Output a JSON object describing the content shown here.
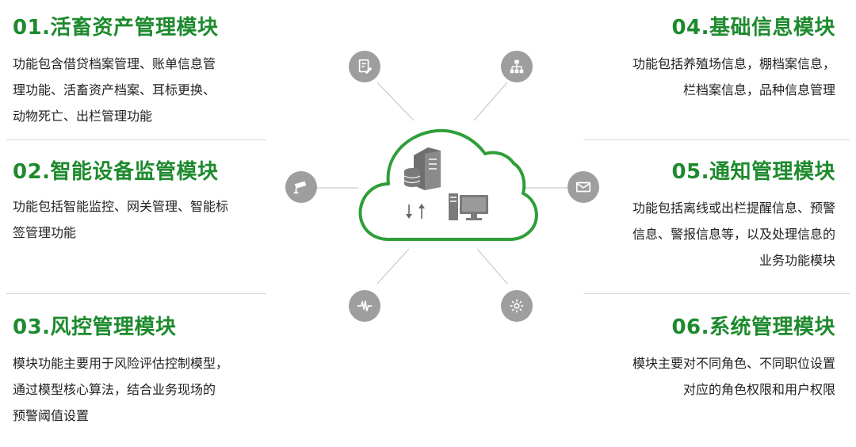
{
  "modules": {
    "m1": {
      "title": "01.活畜资产管理模块",
      "lines": [
        "功能包含借贷档案管理、账单信息管",
        "理功能、活畜资产档案、耳标更换、",
        "动物死亡、出栏管理功能"
      ]
    },
    "m2": {
      "title": "02.智能设备监管模块",
      "lines": [
        "功能包括智能监控、网关管理、智能标",
        "签管理功能"
      ]
    },
    "m3": {
      "title": "03.风控管理模块",
      "lines": [
        "模块功能主要用于风险评估控制模型，",
        "通过模型核心算法，结合业务现场的",
        "预警阈值设置"
      ]
    },
    "m4": {
      "title": "04.基础信息模块",
      "lines": [
        "功能包括养殖场信息，棚档案信息，",
        "栏档案信息，品种信息管理"
      ]
    },
    "m5": {
      "title": "05.通知管理模块",
      "lines": [
        "功能包括离线或出栏提醒信息、预警",
        "信息、警报信息等，以及处理信息的",
        "业务功能模块"
      ]
    },
    "m6": {
      "title": "06.系统管理模块",
      "lines": [
        "模块主要对不同角色、不同职位设置",
        "对应的角色权限和用户权限"
      ]
    }
  },
  "icons": {
    "top_left": "document-edit-icon",
    "top_right": "org-chart-icon",
    "mid_left": "security-camera-icon",
    "mid_right": "envelope-icon",
    "bottom_left": "waveform-icon",
    "bottom_right": "gear-icon",
    "cloud_contents": [
      "server-icon",
      "database-icon",
      "computer-icon",
      "transfer-arrows-icon"
    ]
  },
  "colors": {
    "title_green": "#1e8a2e",
    "cloud_green": "#2f9e3a",
    "icon_gray": "#9e9e9e"
  }
}
